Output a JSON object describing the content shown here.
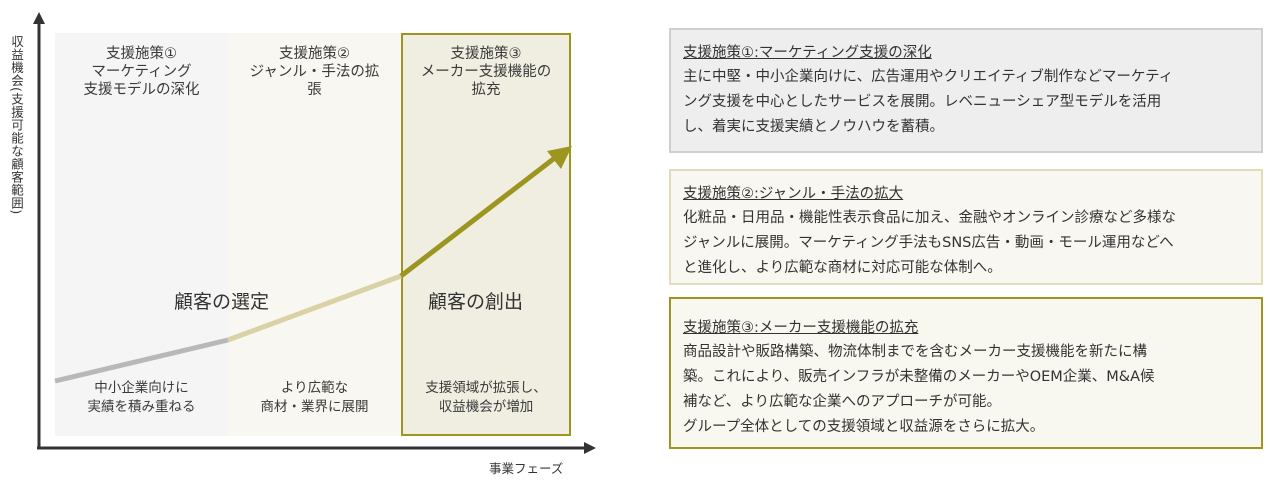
{
  "axes": {
    "y_label": "収益機会(支援可能な顧客範囲)",
    "x_label": "事業フェーズ"
  },
  "columns": [
    {
      "title": "支援施策①\nマーケティング\n支援モデルの深化",
      "bottom": "中小企業向けに\n実績を積み重ねる"
    },
    {
      "title": "支援施策②\nジャンル・手法の拡\n張",
      "bottom": "より広範な\n商材・業界に展開"
    },
    {
      "title": "支援施策③\nメーカー支援機能の\n拡充",
      "bottom": "支援領域が拡張し、\n収益機会が増加"
    }
  ],
  "phase_labels": {
    "selection": "顧客の選定",
    "creation": "顧客の創出"
  },
  "boxes": [
    {
      "heading": "支援施策①:マーケティング支援の深化",
      "lines": [
        "主に中堅・中小企業向けに、広告運用やクリエイティブ制作などマーケティ",
        "ング支援を中心としたサービスを展開。レベニューシェア型モデルを活用",
        "し、着実に支援実績とノウハウを蓄積。"
      ]
    },
    {
      "heading": "支援施策②:ジャンル・手法の拡大",
      "lines": [
        "化粧品・日用品・機能性表示食品に加え、金融やオンライン診療など多様な",
        "ジャンルに展開。マーケティング手法もSNS広告・動画・モール運用などへ",
        "と進化し、より広範な商材に対応可能な体制へ。"
      ]
    },
    {
      "heading": "支援施策③:メーカー支援機能の拡充",
      "lines": [
        "商品設計や販路構築、物流体制までを含むメーカー支援機能を新たに構",
        "築。これにより、販売インフラが未整備のメーカーやOEM企業、M&A候",
        "補など、より広範な企業へのアプローチが可能。",
        "グループ全体としての支援領域と収益源をさらに拡大。"
      ]
    }
  ],
  "colors": {
    "accent": "#9c9520",
    "segment1": "#b8b8b8",
    "segment2": "#d8d2a4",
    "segment3": "#9c9520",
    "axis": "#333333"
  }
}
